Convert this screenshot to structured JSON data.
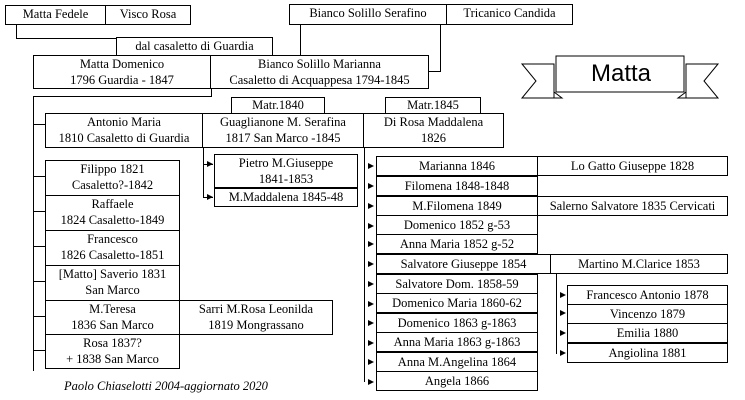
{
  "title": "Matta",
  "credit": "Paolo Chiaselotti 2004-aggiornato 2020",
  "ancestors": {
    "paternal": [
      "Matta Fedele",
      "Visco Rosa"
    ],
    "maternal": [
      "Bianco Solillo Serafino",
      "Tricanico Candida"
    ],
    "origin_note": "dal casaletto di Guardia"
  },
  "couple": {
    "husband": [
      "Matta Domenico",
      "1796 Guardia - 1847"
    ],
    "wife": [
      "Bianco  Solillo Marianna",
      "Casaletto di Acquappesa 1794-1845"
    ]
  },
  "antonio": {
    "person": [
      "Antonio Maria",
      "1810 Casaletto di Guardia"
    ],
    "marriage1_label": "Matr.1840",
    "spouse1": [
      "Guaglianone M. Serafina",
      "1817 San Marco -1845"
    ],
    "marriage2_label": "Matr.1845",
    "spouse2": [
      "Di Rosa Maddalena",
      "1826"
    ]
  },
  "siblings": [
    [
      "Filippo 1821",
      "Casaletto?-1842"
    ],
    [
      "Raffaele",
      "1824 Casaletto-1849"
    ],
    [
      "Francesco",
      "1826 Casaletto-1851"
    ],
    [
      "[Matto] Saverio 1831",
      "San Marco"
    ],
    [
      "M.Teresa",
      "1836 San Marco"
    ],
    [
      "Rosa 1837?",
      "+ 1838 San Marco"
    ]
  ],
  "teresa_spouse": [
    "Sarri M.Rosa Leonilda",
    "1819 Mongrassano"
  ],
  "first_marriage_children": [
    [
      "Pietro M.Giuseppe",
      "1841-1853"
    ],
    [
      "M.Maddalena 1845-48"
    ]
  ],
  "second_marriage_children": [
    "Marianna 1846",
    "Filomena 1848-1848",
    "M.Filomena 1849",
    "Domenico 1852 g-53",
    "Anna Maria 1852 g-52",
    "Salvatore Giuseppe 1854",
    "Salvatore Dom. 1858-59",
    "Domenico Maria 1860-62",
    "Domenico 1863 g-1863",
    "Anna Maria 1863 g-1863",
    "Anna M.Angelina 1864",
    "Angela 1866"
  ],
  "child_spouses": {
    "marianna": "Lo Gatto Giuseppe 1828",
    "filomena": "Salerno Salvatore 1835 Cervicati",
    "salvatore": "Martino M.Clarice 1853"
  },
  "grandchildren": [
    "Francesco Antonio 1878",
    "Vincenzo 1879",
    "Emilia 1880",
    "Angiolina 1881"
  ]
}
